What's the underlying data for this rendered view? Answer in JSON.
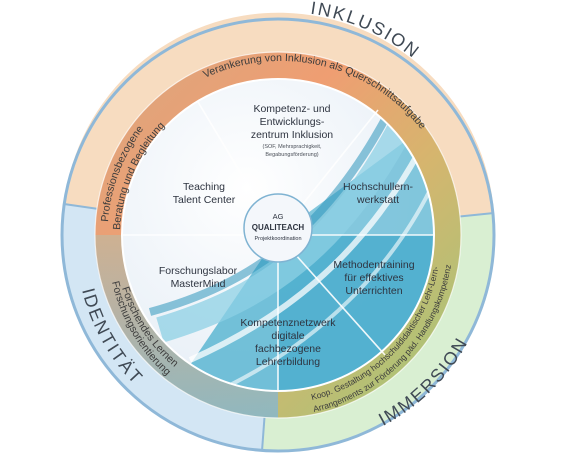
{
  "outer_ring": {
    "inklusion": "INKLUSION",
    "identitaet": "IDENTITÄT",
    "immersion": "IMMERSION"
  },
  "band": {
    "top": "Verankerung von Inklusion als Querschnittsaufgabe",
    "left_upper_1": "Professionsbezogene",
    "left_upper_2": "Beratung und Begleitung",
    "left_lower_1": "Forschendes Lernen",
    "left_lower_2": "Forschungsorientierung",
    "right_lower_1": "Koop. Gestaltung hochschuldidaktischer Lehr-Lern-",
    "right_lower_2": "Arrangements zur Förderung päd. Handlungskompetenz"
  },
  "segments": {
    "kompetenz_1": "Kompetenz- und",
    "kompetenz_2": "Entwicklungs-",
    "kompetenz_3": "zentrum Inklusion",
    "kompetenz_small_1": "(SOF, Mehrsprachigkeit,",
    "kompetenz_small_2": "Begabungsförderung)",
    "hochschul_1": "Hochschullern-",
    "hochschul_2": "werkstatt",
    "methoden_1": "Methodentraining",
    "methoden_2": "für effektives",
    "methoden_3": "Unterrichten",
    "netz_1": "Kompetenznetzwerk",
    "netz_2": "digitale",
    "netz_3": "fachbezogene",
    "netz_4": "Lehrerbildung",
    "labor_1": "Forschungslabor",
    "labor_2": "MasterMind",
    "talent_1": "Teaching",
    "talent_2": "Talent Center"
  },
  "center": {
    "line1": "AG",
    "line2": "QUALITEACH",
    "line3": "Projektkoordination"
  },
  "colors": {
    "inklusion_ring": "#f7dcc0",
    "identitaet_ring": "#d3e6f4",
    "immersion_ring": "#d9efd2",
    "ring_border": "#8fb8d8",
    "band_orange": "#eba17a",
    "band_green": "#b9d17c",
    "inner_blue": "#3aa6c9",
    "inner_light": "#eef4fa"
  }
}
